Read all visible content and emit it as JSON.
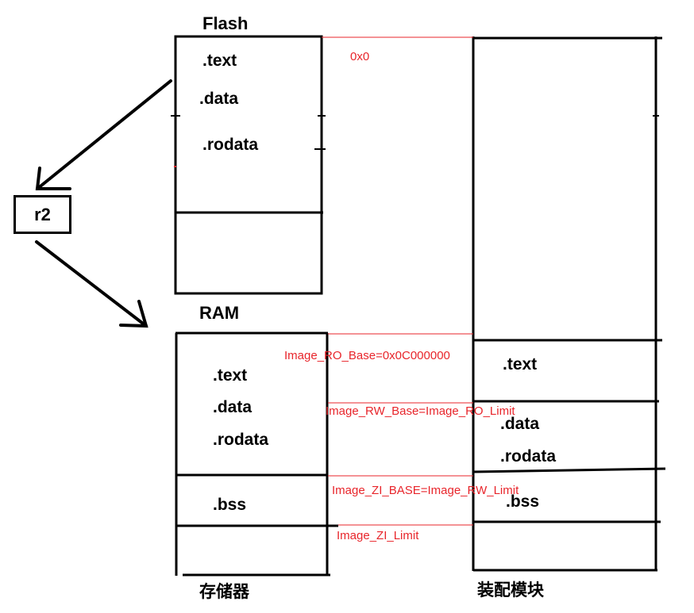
{
  "colors": {
    "line": "#000000",
    "annotation": "#e8252b"
  },
  "flash": {
    "title": "Flash",
    "sections": [
      ".text",
      ".data",
      ".rodata"
    ]
  },
  "r2": {
    "label": "r2"
  },
  "ram": {
    "title": "RAM",
    "sections": [
      ".text",
      ".data",
      ".rodata"
    ],
    "bss": ".bss",
    "caption": "存储器"
  },
  "assembly": {
    "sections": [
      ".text",
      ".data",
      ".rodata"
    ],
    "bss": ".bss",
    "caption": "装配模块"
  },
  "annotations": {
    "addr0": "0x0",
    "ro_base": "Image_RO_Base=0x0C000000",
    "rw_base": "Image_RW_Base=Image_RO_Limit",
    "zi_base": "Image_ZI_BASE=Image_RW_Limit",
    "zi_limit": "Image_ZI_Limit"
  }
}
